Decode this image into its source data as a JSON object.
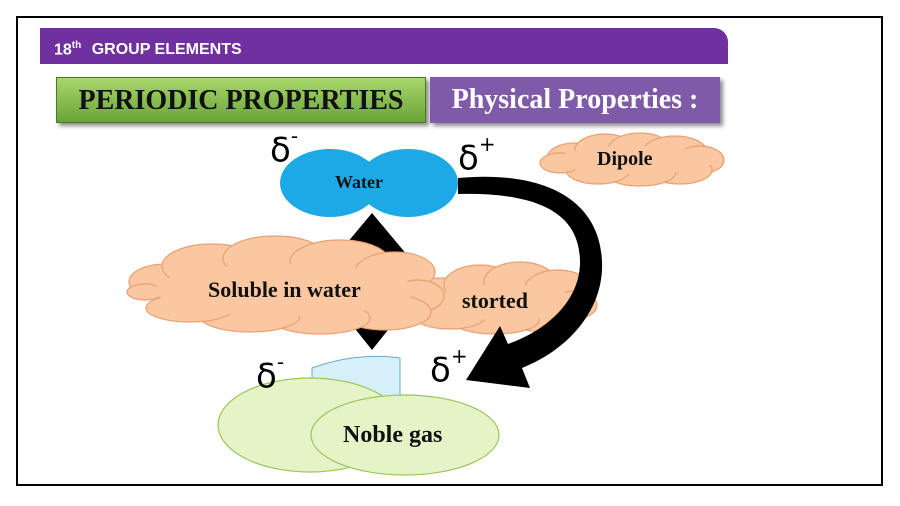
{
  "header": {
    "group_number": "18",
    "group_suffix": "th",
    "group_label": "GROUP ELEMENTS"
  },
  "titles": {
    "periodic": "PERIODIC PROPERTIES",
    "physical": "Physical Properties :"
  },
  "diagram": {
    "water": "Water",
    "dipole": "Dipole",
    "soluble": "Soluble in water",
    "distorted_partial": "storted",
    "noble_gas": "Noble gas",
    "delta_symbol": "δ",
    "minus": "-",
    "plus": "+"
  },
  "colors": {
    "banner": "#7030a0",
    "periodic_box": "#8cc152",
    "physical_box": "#7f5aa8",
    "water_blob": "#1ca9e6",
    "cloud_fill": "#fbc7a1",
    "cloud_stroke": "#e8a070",
    "noble_gas_fill": "#e4f4c6",
    "noble_gas_stroke": "#9cc45a"
  }
}
